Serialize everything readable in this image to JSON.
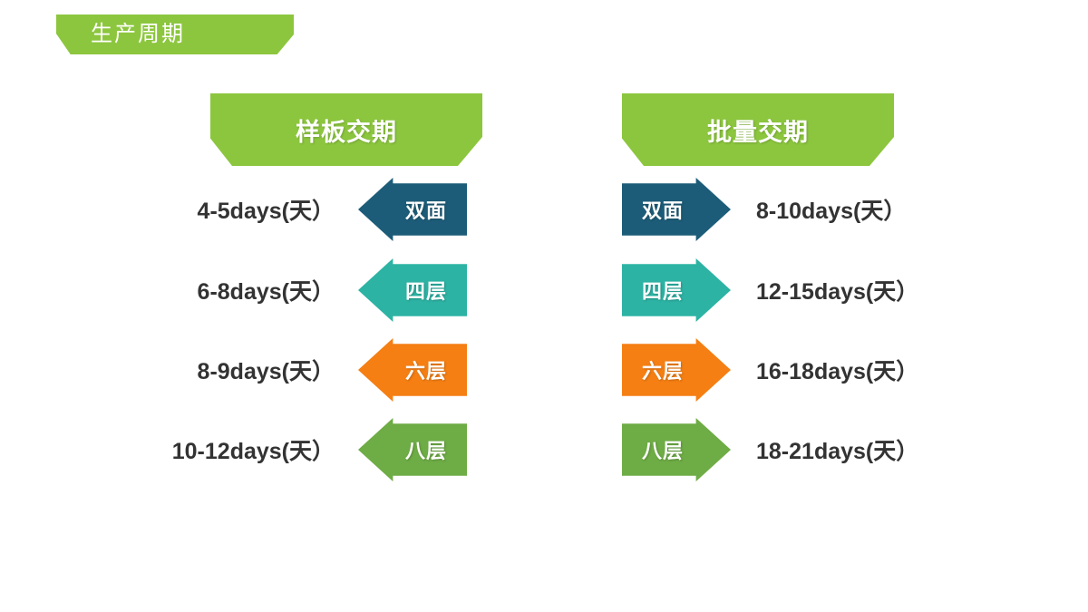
{
  "slide": {
    "title": "生产周期",
    "background_color": "#ffffff",
    "accent_color": "#8CC63E"
  },
  "columns": [
    {
      "id": "sample",
      "header": "样板交期",
      "header_color": "#8CC63E",
      "direction": "left"
    },
    {
      "id": "bulk",
      "header": "批量交期",
      "header_color": "#8CC63E",
      "direction": "right"
    }
  ],
  "rows": [
    {
      "layer": "双面",
      "color": "#1C5C78",
      "sample_days": "4-5days(天）",
      "bulk_days": "8-10days(天）"
    },
    {
      "layer": "四层",
      "color": "#2CB3A4",
      "sample_days": "6-8days(天）",
      "bulk_days": "12-15days(天）"
    },
    {
      "layer": "六层",
      "color": "#F57F13",
      "sample_days": "8-9days(天）",
      "bulk_days": "16-18days(天）"
    },
    {
      "layer": "八层",
      "color": "#6EAC45",
      "sample_days": "10-12days(天）",
      "bulk_days": "18-21days(天）"
    }
  ]
}
